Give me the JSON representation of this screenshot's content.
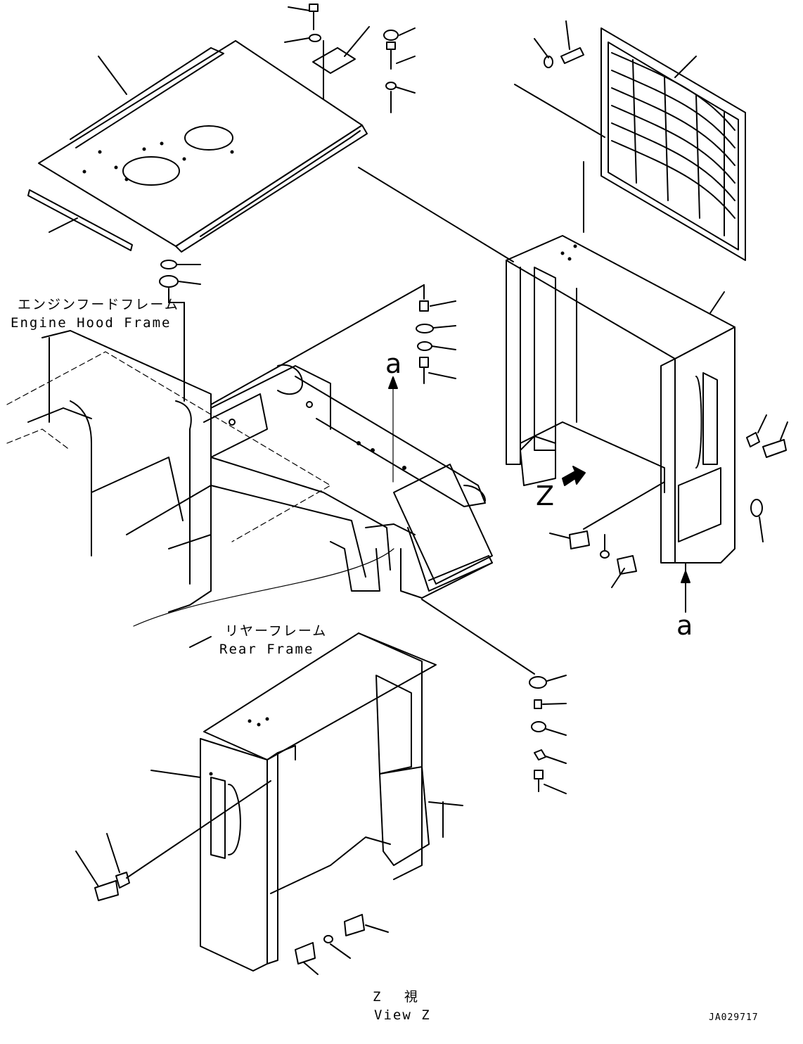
{
  "labels": {
    "engine_hood_frame_jp": "エンジンフードフレーム",
    "engine_hood_frame_en": "Engine Hood Frame",
    "rear_frame_jp": "リヤーフレーム",
    "rear_frame_en": "Rear Frame",
    "view_z_jp": "Z 視",
    "view_z_en": "View Z",
    "arrow_a_top": "a",
    "arrow_a_right": "a",
    "view_letter": "Z",
    "drawing_id": "JA029717"
  }
}
